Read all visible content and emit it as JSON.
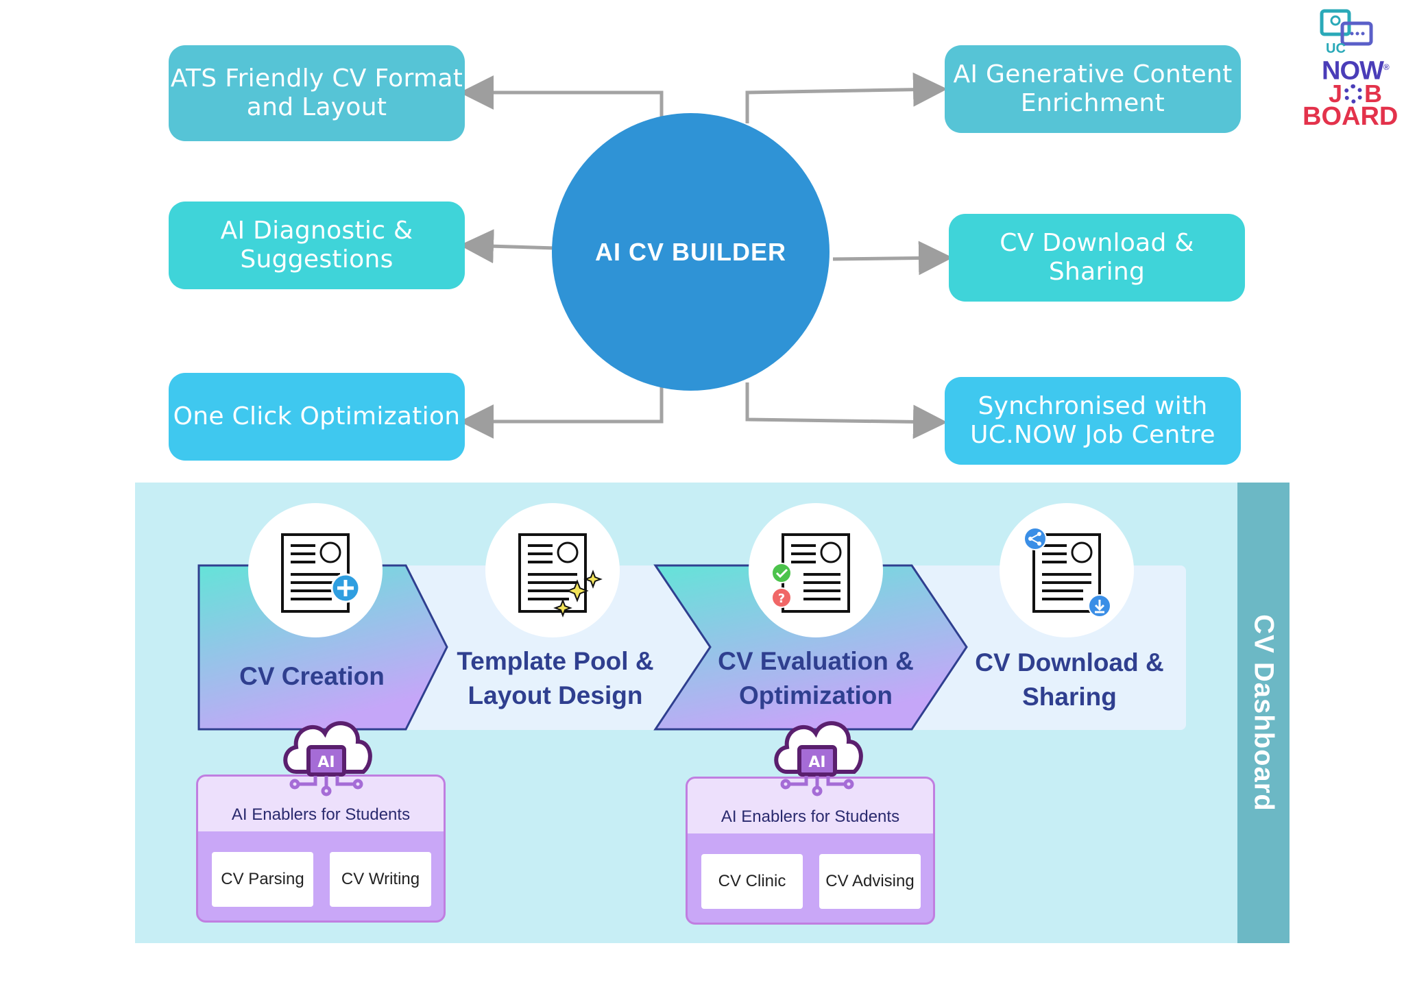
{
  "hub": {
    "title": "AI CV BUILDER"
  },
  "features": [
    {
      "label": "ATS Friendly CV Format\nand Layout",
      "color": "#56c4d6"
    },
    {
      "label": "AI Diagnostic &\nSuggestions",
      "color": "#3fd4d9"
    },
    {
      "label": "One Click Optimization",
      "color": "#3fc8ef"
    },
    {
      "label": "AI Generative Content\nEnrichment",
      "color": "#56c4d6"
    },
    {
      "label": "CV Download & Sharing",
      "color": "#3fd4d9"
    },
    {
      "label": "Synchronised with\nUC.NOW Job Centre",
      "color": "#3fc8ef"
    }
  ],
  "dashboard": {
    "side_label": "CV Dashboard",
    "steps": [
      {
        "label": "CV Creation",
        "icon": "cv-add-icon"
      },
      {
        "label": "Template Pool &\nLayout Design",
        "icon": "cv-sparkle-icon"
      },
      {
        "label": "CV Evaluation &\nOptimization",
        "icon": "cv-check-icon"
      },
      {
        "label": "CV Download &\nSharing",
        "icon": "cv-share-download-icon"
      }
    ],
    "enablers": [
      {
        "title": "AI Enablers for Students",
        "items": [
          "CV Parsing",
          "CV Writing"
        ],
        "icon": "ai-cloud-icon"
      },
      {
        "title": "AI Enablers for Students",
        "items": [
          "CV Clinic",
          "CV Advising"
        ],
        "icon": "ai-cloud-icon"
      }
    ]
  },
  "logo": {
    "line1": "UC",
    "line2": "NOW",
    "line3": "J",
    "line3b": "B",
    "line4": "BOARD",
    "registered": "®"
  },
  "colors": {
    "hub": "#2f93d6",
    "connector": "#9e9e9e",
    "step_text": "#2f3f8f",
    "dash_bg": "#c7eef5",
    "dash_side": "#6cb8c5"
  }
}
